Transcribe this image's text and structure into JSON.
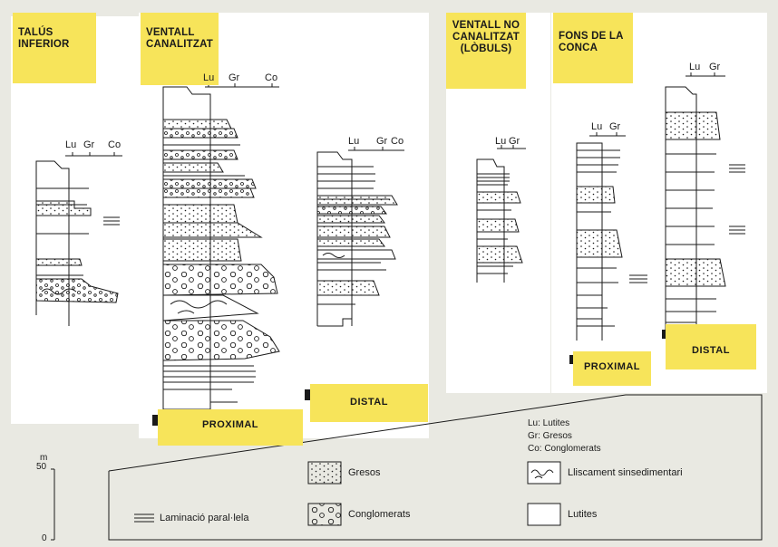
{
  "facies": {
    "talus_inferior": {
      "title": "TALÚS INFERIOR"
    },
    "ventall_canalitzat": {
      "title": "VENTALL CANALITZAT",
      "proximal": "PROXIMAL",
      "distal": "DISTAL"
    },
    "ventall_no_canalitzat": {
      "title": "VENTALL NO CANALITZAT (LÒBULS)"
    },
    "fons_de_la_conca": {
      "title": "FONS DE LA CONCA",
      "proximal": "PROXIMAL",
      "distal": "DISTAL"
    }
  },
  "axis_labels": {
    "lu": "Lu",
    "gr": "Gr",
    "co": "Co"
  },
  "scale": {
    "unit": "m",
    "top": "50",
    "bottom": "0"
  },
  "legend": {
    "abbreviations": [
      "Lu: Lutites",
      "Gr: Gresos",
      "Co: Conglomerats"
    ],
    "items": {
      "lamination": "Laminació paral·lela",
      "sandstone": "Gresos",
      "conglomerate": "Conglomerats",
      "slump": "Lliscament sinsedimentari",
      "mudstone": "Lutites"
    }
  },
  "colors": {
    "background": "#e9e9e2",
    "panel": "#ffffff",
    "label": "#f7e45a",
    "ink": "#1a1a1a"
  }
}
